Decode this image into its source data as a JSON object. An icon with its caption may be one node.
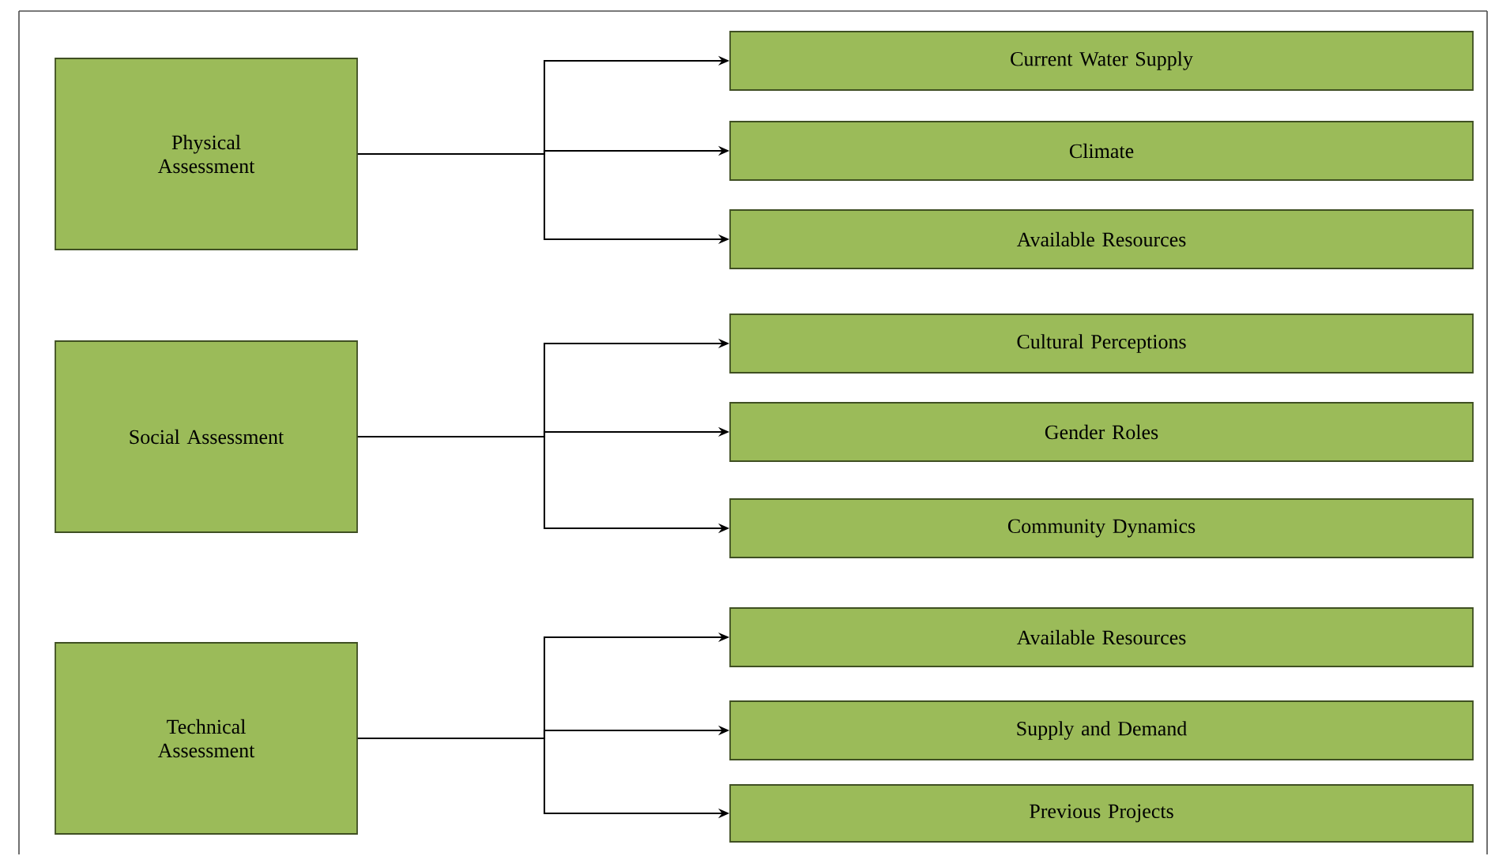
{
  "diagram": {
    "nodes": [
      {
        "text": [
          "Physical Assessment"
        ]
      },
      {
        "text": [
          "Current Water Supply"
        ]
      },
      {
        "text": [
          "Climate"
        ]
      },
      {
        "text": [
          "Available Resources"
        ]
      },
      {
        "text": [
          "Social Assessment"
        ]
      },
      {
        "text": [
          "Cultural Perceptions"
        ]
      },
      {
        "text": [
          "Gender Roles"
        ]
      },
      {
        "text": [
          "Community Dynamics"
        ]
      },
      {
        "text": [
          "Technical Assessment"
        ]
      },
      {
        "text": [
          "Available Resources"
        ]
      },
      {
        "text": [
          "Supply and Demand"
        ]
      },
      {
        "text": [
          "Previous Projects"
        ]
      }
    ],
    "edges": [
      {
        "from": 0,
        "to": 1,
        "arrow": "to"
      },
      {
        "from": 0,
        "to": 2,
        "arrow": "to"
      },
      {
        "from": 0,
        "to": 3,
        "arrow": "to"
      },
      {
        "from": 4,
        "to": 5,
        "arrow": "to"
      },
      {
        "from": 4,
        "to": 6,
        "arrow": "to"
      },
      {
        "from": 4,
        "to": 7,
        "arrow": "to"
      },
      {
        "from": 8,
        "to": 9,
        "arrow": "to"
      },
      {
        "from": 8,
        "to": 10,
        "arrow": "to"
      },
      {
        "from": 8,
        "to": 11,
        "arrow": "to"
      }
    ]
  }
}
